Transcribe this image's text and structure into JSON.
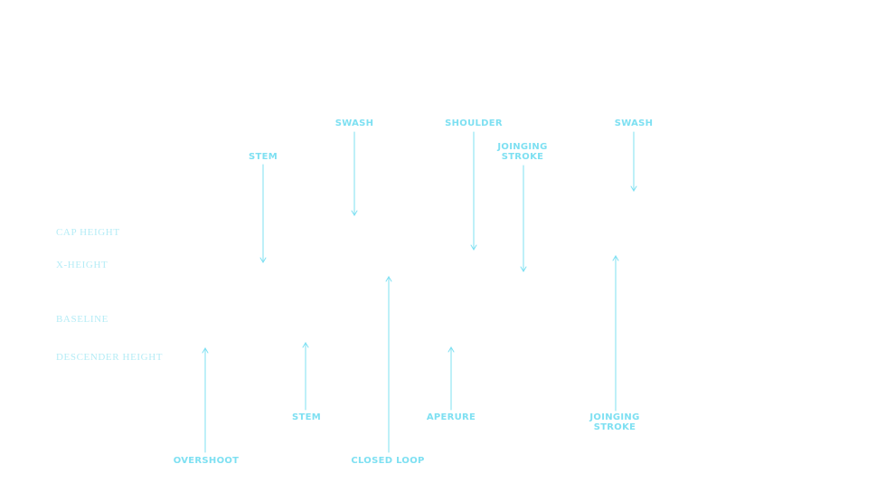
{
  "colors": {
    "metric_label": "#b5ecf6",
    "callout_label": "#7ee0f2",
    "arrow": "#7ee0f2"
  },
  "metrics": {
    "cap_height": "CAP HEIGHT",
    "x_height": "X-HEIGHT",
    "baseline": "BASELINE",
    "descender_height": "DESCENDER HEIGHT"
  },
  "callouts": {
    "top": {
      "swash_left": "SWASH",
      "shoulder": "SHOULDER",
      "swash_right": "SWASH",
      "stem": "STEM",
      "joining_stroke": "JOINGING\nSTROKE"
    },
    "bottom": {
      "stem": "STEM",
      "aperture": "APERURE",
      "joining_stroke": "JOINGING\nSTROKE",
      "overshoot": "OVERSHOOT",
      "closed_loop": "CLOSED LOOP"
    }
  }
}
